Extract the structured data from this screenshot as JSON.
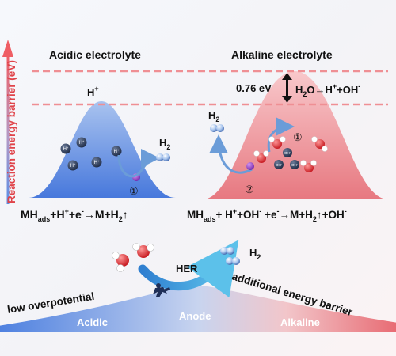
{
  "y_axis_label": "Reaction energy barrier (eV)",
  "acidic": {
    "title": "Acidic electrolyte",
    "proton": "H",
    "proton_sup": "+",
    "step": "①",
    "product": "H",
    "product_sub": "2",
    "eq_a": "MH",
    "eq_sub": "ads",
    "eq_b": "+H",
    "eq_sup": "+",
    "eq_c": "+e",
    "eq_sup2": "-",
    "eq_d": "→M+H",
    "eq_sub2": "2",
    "eq_e": "↑"
  },
  "alkaline": {
    "title": "Alkaline electrolyte",
    "barrier": "0.76 eV",
    "water_a": "H",
    "water_sub": "2",
    "water_b": "O→H",
    "water_sup": "+",
    "water_c": "+OH",
    "water_sup2": "-",
    "product": "H",
    "product_sub": "2",
    "step1": "①",
    "step2": "②",
    "eq_a": "MH",
    "eq_sub": "ads",
    "eq_b": "+ H",
    "eq_sup": "+",
    "eq_c": "+OH",
    "eq_sup2": "-",
    "eq_d": " +e",
    "eq_sup3": "-",
    "eq_e": "→M+H",
    "eq_sub2": "2",
    "eq_f": "↑+OH",
    "eq_sup4": "-"
  },
  "bottom": {
    "her": "HER",
    "product": "H",
    "product_sub": "2",
    "low_overpotential": "low overpotential",
    "additional_barrier": "additional energy barrier",
    "acidic": "Acidic",
    "anode": "Anode",
    "alkaline": "Alkaline"
  },
  "ion_label": "H",
  "ion_sup": "+",
  "hydroxide_label": "OH",
  "hydroxide_sup": "-",
  "colors": {
    "blue": "#4c7fe0",
    "red": "#e47f86",
    "axis": "#e0444a",
    "arrow": "#3aa4d8",
    "oxygen": "#d8252b",
    "purple": "#8b2ec0"
  }
}
